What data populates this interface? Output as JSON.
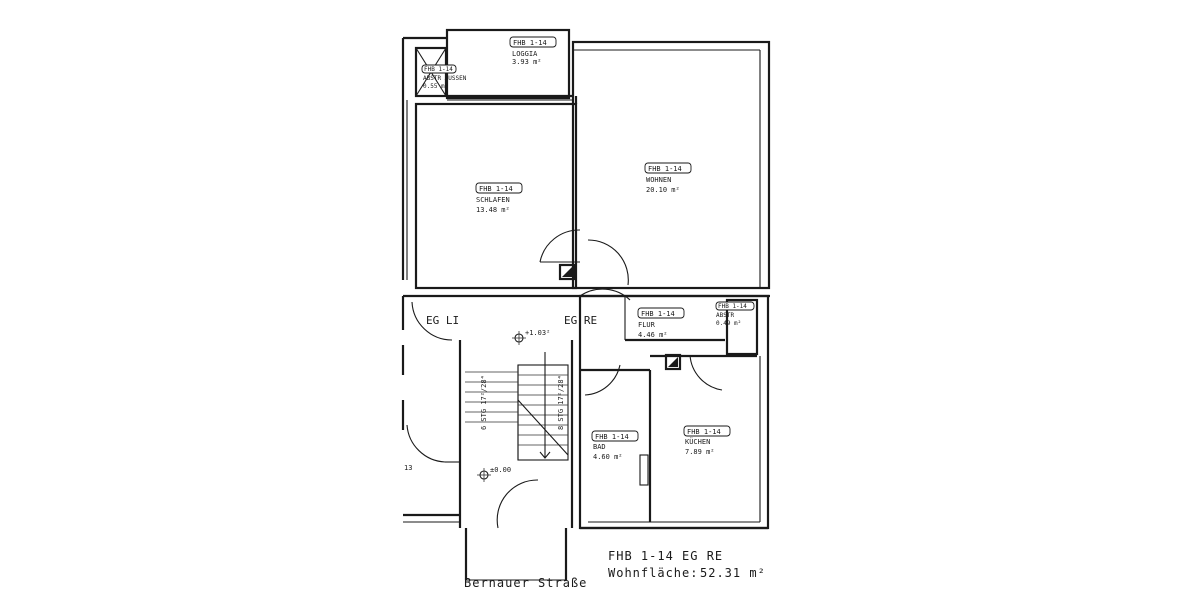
{
  "rooms": {
    "loggia": {
      "tag": "FHB 1-14",
      "name": "LOGGIA",
      "area": "3.93 m²"
    },
    "abstr_aussen": {
      "tag": "FHB 1-14",
      "name": "ABSTR AUSSEN",
      "area": "0.55 m²"
    },
    "schlafen": {
      "tag": "FHB 1-14",
      "name": "SCHLAFEN",
      "area": "13.48 m²"
    },
    "wohnen": {
      "tag": "FHB 1-14",
      "name": "WOHNEN",
      "area": "20.10 m²"
    },
    "flur": {
      "tag": "FHB 1-14",
      "name": "FLUR",
      "area": "4.46 m²"
    },
    "abstr": {
      "tag": "FHB 1-14",
      "name": "ABSTR",
      "area": "0.49 m²"
    },
    "bad": {
      "tag": "FHB 1-14",
      "name": "BAD",
      "area": "4.60 m²"
    },
    "kuechen": {
      "tag": "FHB 1-14",
      "name": "KÜCHEN",
      "area": "7.89 m²"
    }
  },
  "unit_labels": {
    "left": "EG LI",
    "right": "EG RE"
  },
  "levels": {
    "upper": "+1.03²",
    "lower": "±0.00"
  },
  "stairs": {
    "left": "6 STG 17²/28⁴",
    "right": "8 STG 17²/28⁴"
  },
  "neighbor_tag": "13",
  "footer": {
    "title": "FHB 1-14 EG RE",
    "area_label": "Wohnfläche:",
    "area_value": "52.31 m²"
  },
  "street": "Bernauer Straße"
}
